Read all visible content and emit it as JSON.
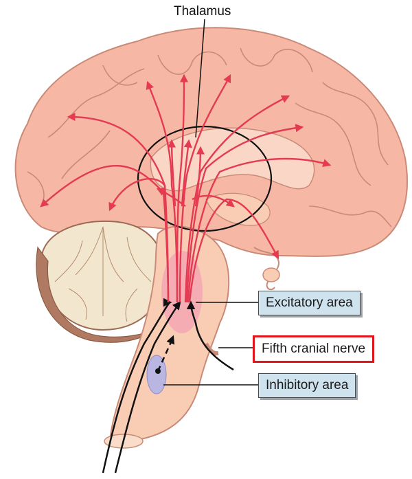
{
  "labels": {
    "thalamus": "Thalamus",
    "excitatory": "Excitatory area",
    "fifth_nerve": "Fifth cranial nerve",
    "inhibitory": "Inhibitory area"
  },
  "colors": {
    "cortex": "#f6b7a4",
    "cortex_outline": "#c98a78",
    "arrow": "#e43a52",
    "cerebellum": "#f3e6cf",
    "brainstem": "#f8cdb4",
    "excitatory_zone": "#f4a7b3",
    "inhibitory_zone": "#b9b7e2",
    "box_fill": "#cfe3ee",
    "highlight_border": "#e0141a"
  }
}
